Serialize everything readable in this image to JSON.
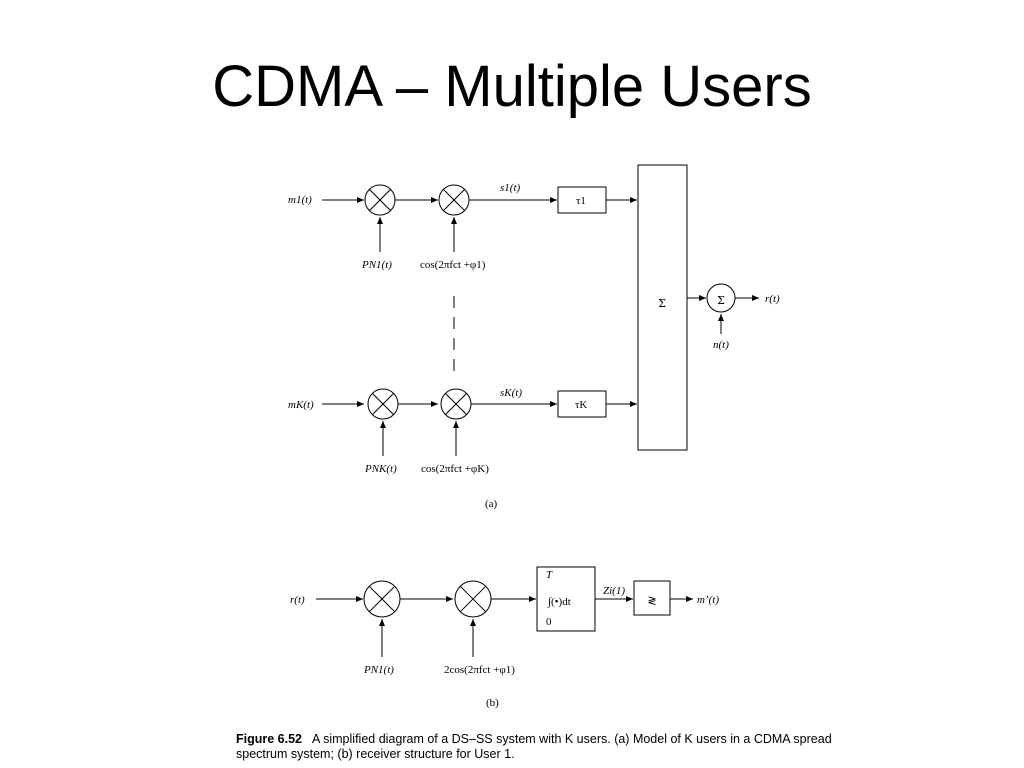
{
  "slide": {
    "title": "CDMA – Multiple Users"
  },
  "diagram_a": {
    "user1": {
      "input": "m1(t)",
      "pn": "PN1(t)",
      "carrier": "cos(2πfct +φ1)",
      "signal": "s1(t)",
      "delay": "τ1"
    },
    "userK": {
      "input": "mK(t)",
      "pn": "PNK(t)",
      "carrier": "cos(2πfct +φK)",
      "signal": "sK(t)",
      "delay": "τK"
    },
    "summer": "Σ",
    "adder": "Σ",
    "noise": "n(t)",
    "output": "r(t)",
    "label": "(a)"
  },
  "diagram_b": {
    "input": "r(t)",
    "pn": "PN1(t)",
    "carrier": "2cos(2πfct +φ1)",
    "integrator": "∫(•)dt",
    "integrator_upper": "T",
    "integrator_lower": "0",
    "decision_stat": "Zi(1)",
    "decision": "≷",
    "output": "m’(t)",
    "label": "(b)"
  },
  "caption": {
    "figure_number": "Figure 6.52",
    "text": "A simplified diagram of a DS–SS system with K users. (a) Model of K users in a CDMA spread spectrum system; (b) receiver structure for User 1."
  }
}
